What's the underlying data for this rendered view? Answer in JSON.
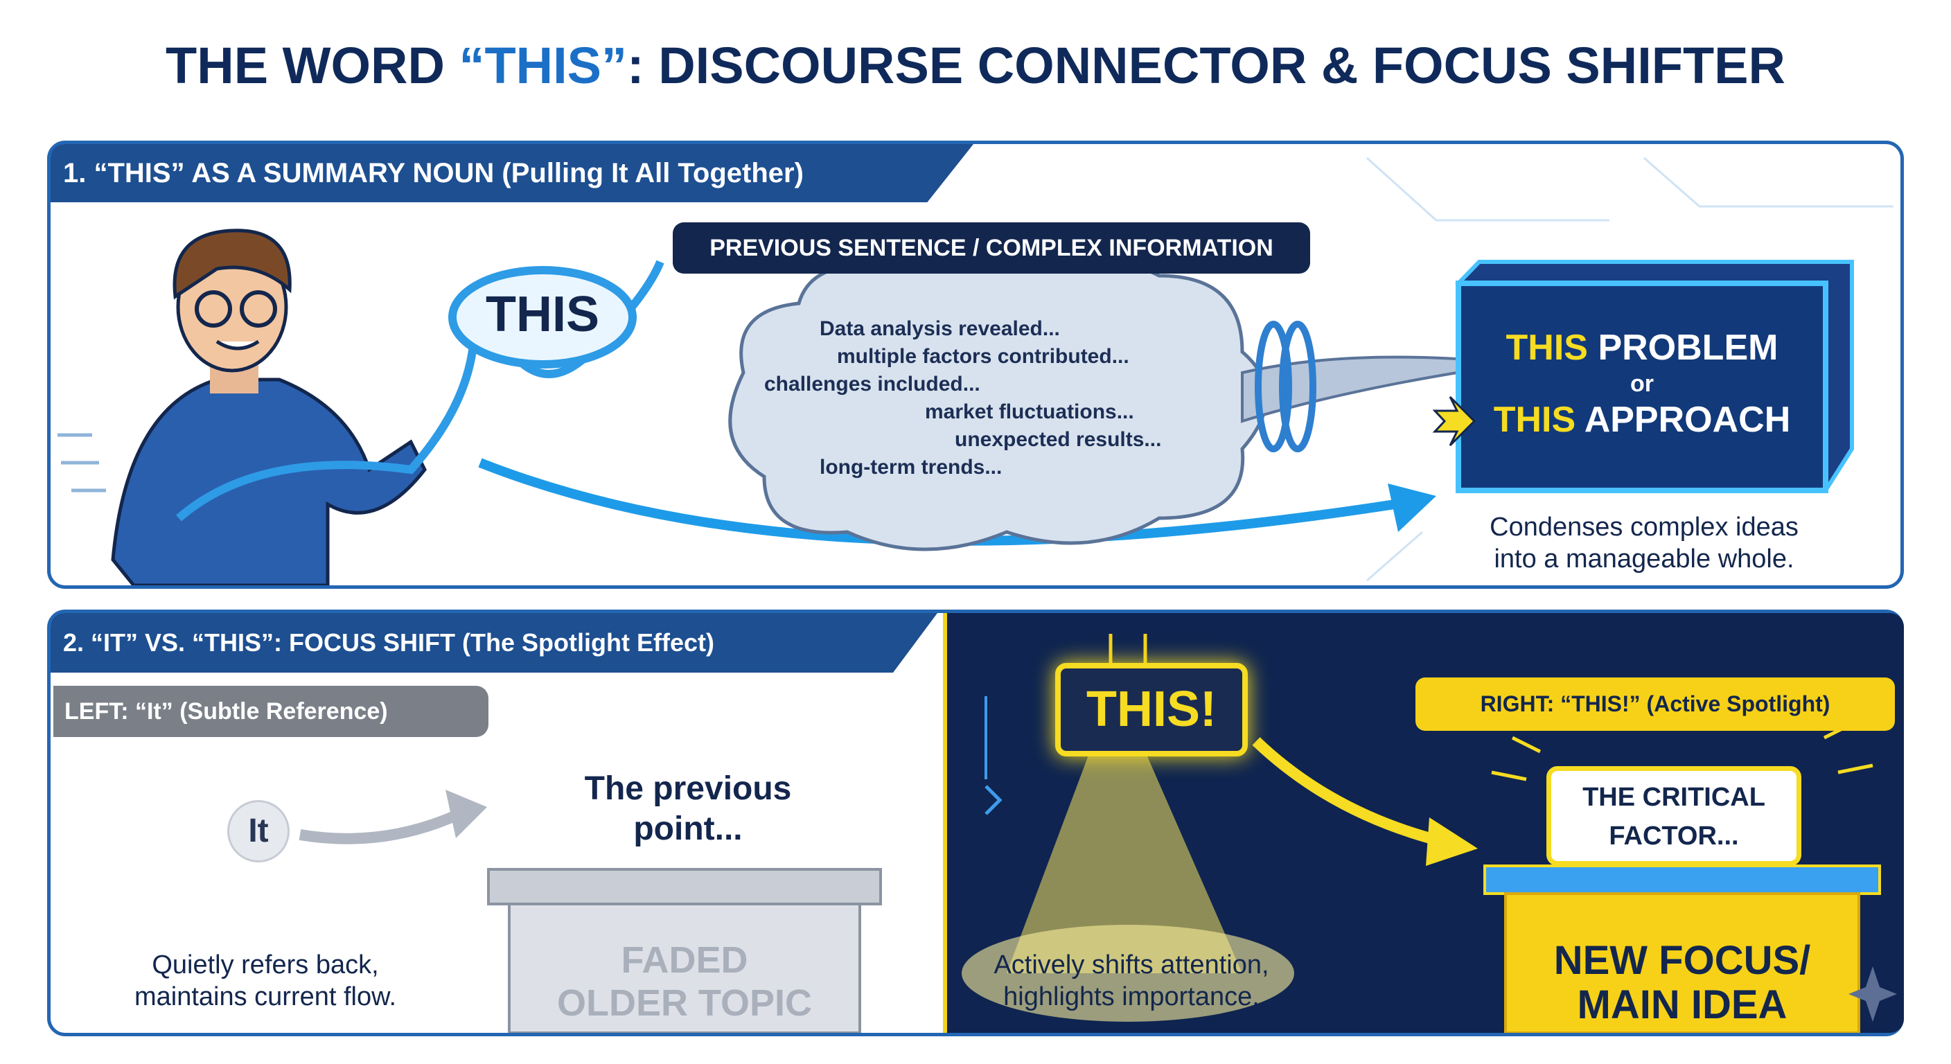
{
  "title": {
    "prefix": "THE WORD ",
    "highlight": "“THIS”",
    "suffix": ": DISCOURSE CONNECTOR & FOCUS SHIFTER"
  },
  "section1": {
    "header": "1. “THIS” AS A SUMMARY NOUN (Pulling It All Together)",
    "lasso_label": "THIS",
    "info_label": "PREVIOUS SENTENCE / COMPLEX INFORMATION",
    "cloud_lines": [
      "Data analysis revealed...",
      "multiple factors contributed...",
      "challenges included...",
      "market fluctuations...",
      "unexpected results...",
      "long-term trends..."
    ],
    "box": {
      "this1": "THIS",
      "word1": " PROBLEM",
      "or": "or",
      "this2": "THIS",
      "word2": " APPROACH"
    },
    "caption": [
      "Condenses complex ideas",
      "into a manageable whole."
    ]
  },
  "section2": {
    "header": "2. “IT” VS. “THIS”: FOCUS SHIFT (The Spotlight Effect)",
    "left_label": "LEFT: “It” (Subtle Reference)",
    "it_bubble": "It",
    "previous_point": [
      "The previous",
      "point..."
    ],
    "pedestal_text": [
      "FADED",
      "OLDER TOPIC"
    ],
    "left_caption": [
      "Quietly refers back,",
      "maintains current flow."
    ],
    "sign": "THIS!",
    "right_label": "RIGHT: “THIS!” (Active Spotlight)",
    "critical": [
      "THE CRITICAL",
      "FACTOR..."
    ],
    "new_focus": [
      "NEW FOCUS/",
      "MAIN IDEA"
    ],
    "right_caption": [
      "Actively shifts attention,",
      "highlights importance."
    ]
  },
  "colors": {
    "navy": "#13264d",
    "blue": "#1d4f91",
    "accent": "#1b6fc6",
    "yellow": "#f7d117",
    "dark_panel": "#0f2450"
  }
}
